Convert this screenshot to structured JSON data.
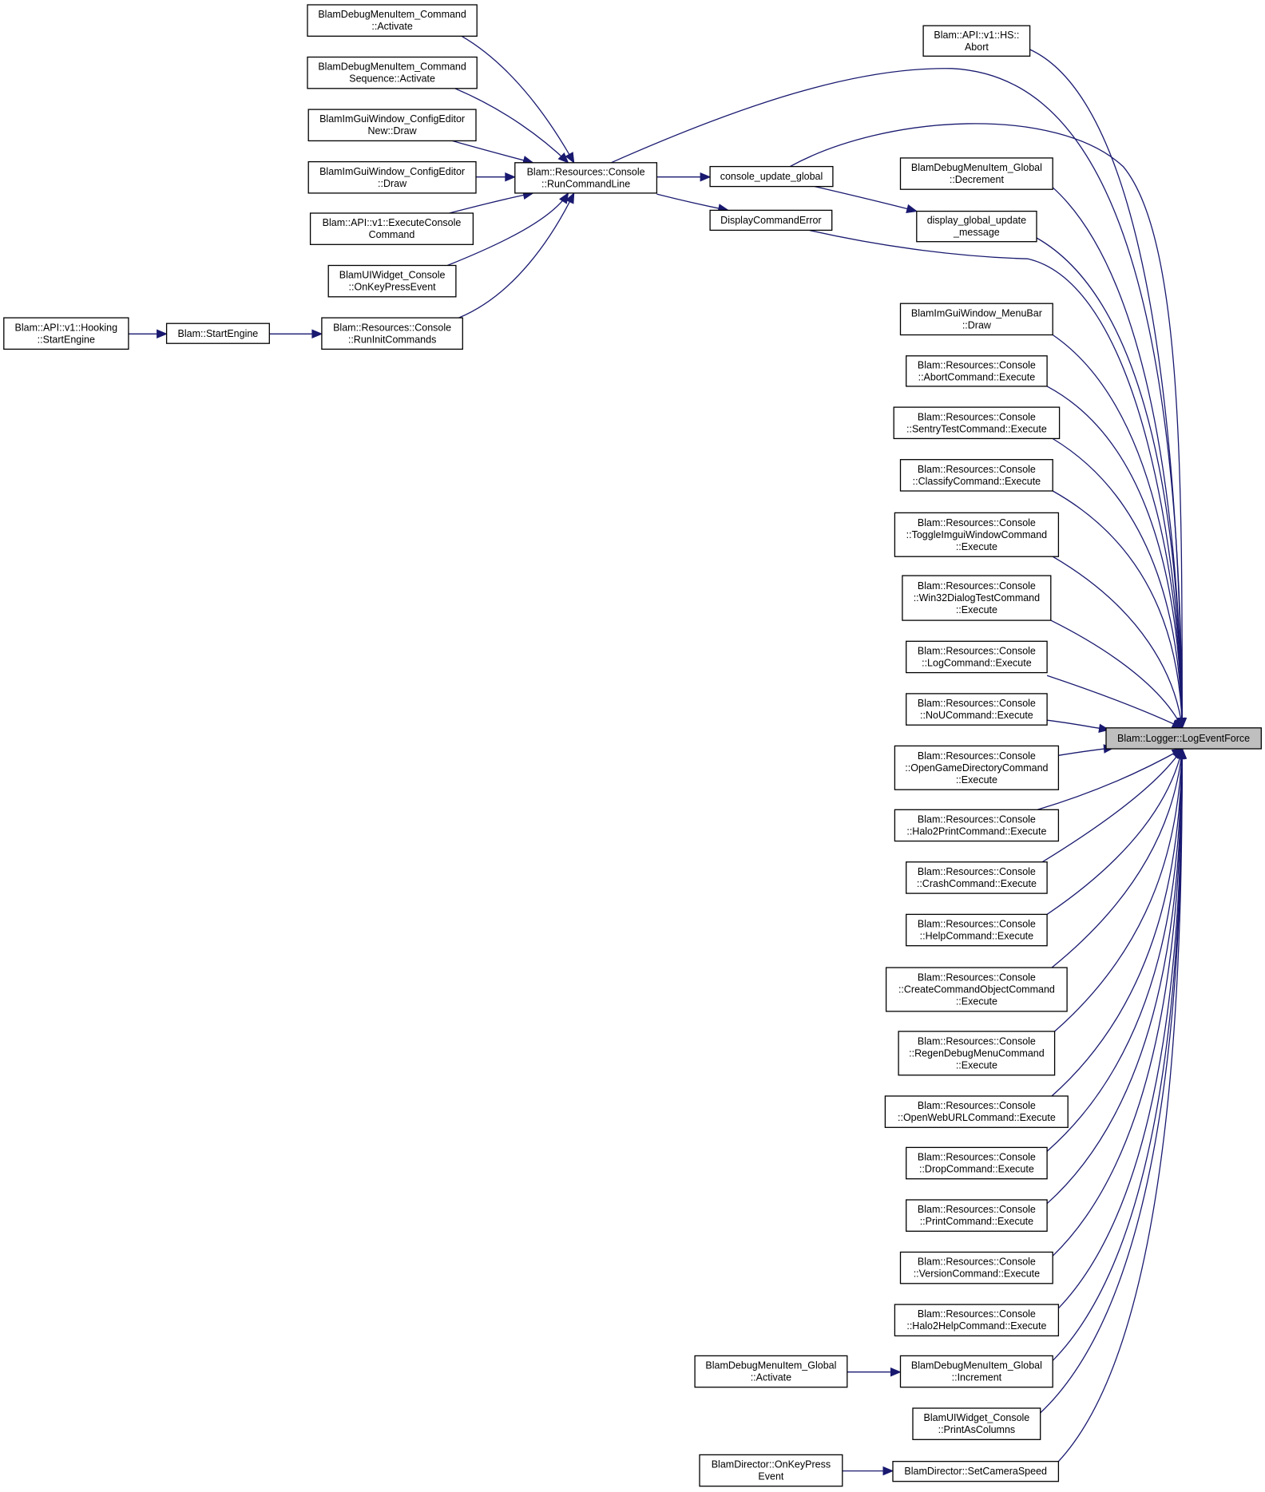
{
  "diagram": {
    "type": "doxygen-caller-graph",
    "focus_node": "logeventforce",
    "nodes": [
      {
        "id": "logeventforce",
        "lines": [
          "Blam::Logger::LogEventForce"
        ]
      },
      {
        "id": "hs_abort",
        "lines": [
          "Blam::API::v1::HS::",
          "Abort"
        ]
      },
      {
        "id": "runcommandline",
        "lines": [
          "Blam::Resources::Console",
          "::RunCommandLine"
        ]
      },
      {
        "id": "console_update_global",
        "lines": [
          "console_update_global"
        ]
      },
      {
        "id": "display_global_update",
        "lines": [
          "display_global_update",
          "_message"
        ]
      },
      {
        "id": "displaycommanderror",
        "lines": [
          "DisplayCommandError"
        ]
      },
      {
        "id": "menuitem_global_decrement",
        "lines": [
          "BlamDebugMenuItem_Global",
          "::Decrement"
        ]
      },
      {
        "id": "menubar_draw",
        "lines": [
          "BlamImGuiWindow_MenuBar",
          "::Draw"
        ]
      },
      {
        "id": "abortcommand",
        "lines": [
          "Blam::Resources::Console",
          "::AbortCommand::Execute"
        ]
      },
      {
        "id": "sentrytestcommand",
        "lines": [
          "Blam::Resources::Console",
          "::SentryTestCommand::Execute"
        ]
      },
      {
        "id": "classifycommand",
        "lines": [
          "Blam::Resources::Console",
          "::ClassifyCommand::Execute"
        ]
      },
      {
        "id": "toggleimguiwindowcommand",
        "lines": [
          "Blam::Resources::Console",
          "::ToggleImguiWindowCommand",
          "::Execute"
        ]
      },
      {
        "id": "win32dialogtestcommand",
        "lines": [
          "Blam::Resources::Console",
          "::Win32DialogTestCommand",
          "::Execute"
        ]
      },
      {
        "id": "logcommand",
        "lines": [
          "Blam::Resources::Console",
          "::LogCommand::Execute"
        ]
      },
      {
        "id": "noucommand",
        "lines": [
          "Blam::Resources::Console",
          "::NoUCommand::Execute"
        ]
      },
      {
        "id": "opengamedirectorycommand",
        "lines": [
          "Blam::Resources::Console",
          "::OpenGameDirectoryCommand",
          "::Execute"
        ]
      },
      {
        "id": "halo2printcommand",
        "lines": [
          "Blam::Resources::Console",
          "::Halo2PrintCommand::Execute"
        ]
      },
      {
        "id": "crashcommand",
        "lines": [
          "Blam::Resources::Console",
          "::CrashCommand::Execute"
        ]
      },
      {
        "id": "helpcommand",
        "lines": [
          "Blam::Resources::Console",
          "::HelpCommand::Execute"
        ]
      },
      {
        "id": "createcommandobjectcommand",
        "lines": [
          "Blam::Resources::Console",
          "::CreateCommandObjectCommand",
          "::Execute"
        ]
      },
      {
        "id": "regendebugmenucommand",
        "lines": [
          "Blam::Resources::Console",
          "::RegenDebugMenuCommand",
          "::Execute"
        ]
      },
      {
        "id": "openweburlcommand",
        "lines": [
          "Blam::Resources::Console",
          "::OpenWebURLCommand::Execute"
        ]
      },
      {
        "id": "dropcommand",
        "lines": [
          "Blam::Resources::Console",
          "::DropCommand::Execute"
        ]
      },
      {
        "id": "printcommand",
        "lines": [
          "Blam::Resources::Console",
          "::PrintCommand::Execute"
        ]
      },
      {
        "id": "versioncommand",
        "lines": [
          "Blam::Resources::Console",
          "::VersionCommand::Execute"
        ]
      },
      {
        "id": "halo2helpcommand",
        "lines": [
          "Blam::Resources::Console",
          "::Halo2HelpCommand::Execute"
        ]
      },
      {
        "id": "menuitem_global_increment",
        "lines": [
          "BlamDebugMenuItem_Global",
          "::Increment"
        ]
      },
      {
        "id": "menuitem_global_activate",
        "lines": [
          "BlamDebugMenuItem_Global",
          "::Activate"
        ]
      },
      {
        "id": "printascolumns",
        "lines": [
          "BlamUIWidget_Console",
          "::PrintAsColumns"
        ]
      },
      {
        "id": "setcameraspeed",
        "lines": [
          "BlamDirector::SetCameraSpeed"
        ]
      },
      {
        "id": "director_onkeypress",
        "lines": [
          "BlamDirector::OnKeyPress",
          "Event"
        ]
      },
      {
        "id": "menuitem_command_activate",
        "lines": [
          "BlamDebugMenuItem_Command",
          "::Activate"
        ]
      },
      {
        "id": "menuitem_commandsequence_activate",
        "lines": [
          "BlamDebugMenuItem_Command",
          "Sequence::Activate"
        ]
      },
      {
        "id": "configeditornew_draw",
        "lines": [
          "BlamImGuiWindow_ConfigEditor",
          "New::Draw"
        ]
      },
      {
        "id": "configeditor_draw",
        "lines": [
          "BlamImGuiWindow_ConfigEditor",
          "::Draw"
        ]
      },
      {
        "id": "executeconsolecommand",
        "lines": [
          "Blam::API::v1::ExecuteConsole",
          "Command"
        ]
      },
      {
        "id": "uiwidget_console_onkeypress",
        "lines": [
          "BlamUIWidget_Console",
          "::OnKeyPressEvent"
        ]
      },
      {
        "id": "runinitcommands",
        "lines": [
          "Blam::Resources::Console",
          "::RunInitCommands"
        ]
      },
      {
        "id": "startengine",
        "lines": [
          "Blam::StartEngine"
        ]
      },
      {
        "id": "hooking_startengine",
        "lines": [
          "Blam::API::v1::Hooking",
          "::StartEngine"
        ]
      }
    ],
    "edges": [
      {
        "from": "hs_abort",
        "to": "logeventforce"
      },
      {
        "from": "runcommandline",
        "to": "logeventforce"
      },
      {
        "from": "console_update_global",
        "to": "logeventforce"
      },
      {
        "from": "menuitem_global_decrement",
        "to": "logeventforce"
      },
      {
        "from": "display_global_update",
        "to": "logeventforce"
      },
      {
        "from": "displaycommanderror",
        "to": "logeventforce"
      },
      {
        "from": "menubar_draw",
        "to": "logeventforce"
      },
      {
        "from": "abortcommand",
        "to": "logeventforce"
      },
      {
        "from": "sentrytestcommand",
        "to": "logeventforce"
      },
      {
        "from": "classifycommand",
        "to": "logeventforce"
      },
      {
        "from": "toggleimguiwindowcommand",
        "to": "logeventforce"
      },
      {
        "from": "win32dialogtestcommand",
        "to": "logeventforce"
      },
      {
        "from": "logcommand",
        "to": "logeventforce"
      },
      {
        "from": "noucommand",
        "to": "logeventforce"
      },
      {
        "from": "opengamedirectorycommand",
        "to": "logeventforce"
      },
      {
        "from": "halo2printcommand",
        "to": "logeventforce"
      },
      {
        "from": "crashcommand",
        "to": "logeventforce"
      },
      {
        "from": "helpcommand",
        "to": "logeventforce"
      },
      {
        "from": "createcommandobjectcommand",
        "to": "logeventforce"
      },
      {
        "from": "regendebugmenucommand",
        "to": "logeventforce"
      },
      {
        "from": "openweburlcommand",
        "to": "logeventforce"
      },
      {
        "from": "dropcommand",
        "to": "logeventforce"
      },
      {
        "from": "printcommand",
        "to": "logeventforce"
      },
      {
        "from": "versioncommand",
        "to": "logeventforce"
      },
      {
        "from": "halo2helpcommand",
        "to": "logeventforce"
      },
      {
        "from": "menuitem_global_increment",
        "to": "logeventforce"
      },
      {
        "from": "printascolumns",
        "to": "logeventforce"
      },
      {
        "from": "setcameraspeed",
        "to": "logeventforce"
      },
      {
        "from": "runcommandline",
        "to": "console_update_global"
      },
      {
        "from": "runcommandline",
        "to": "displaycommanderror"
      },
      {
        "from": "console_update_global",
        "to": "display_global_update"
      },
      {
        "from": "menuitem_command_activate",
        "to": "runcommandline"
      },
      {
        "from": "menuitem_commandsequence_activate",
        "to": "runcommandline"
      },
      {
        "from": "configeditornew_draw",
        "to": "runcommandline"
      },
      {
        "from": "configeditor_draw",
        "to": "runcommandline"
      },
      {
        "from": "executeconsolecommand",
        "to": "runcommandline"
      },
      {
        "from": "uiwidget_console_onkeypress",
        "to": "runcommandline"
      },
      {
        "from": "runinitcommands",
        "to": "runcommandline"
      },
      {
        "from": "startengine",
        "to": "runinitcommands"
      },
      {
        "from": "hooking_startengine",
        "to": "startengine"
      },
      {
        "from": "menuitem_global_activate",
        "to": "menuitem_global_increment"
      },
      {
        "from": "director_onkeypress",
        "to": "setcameraspeed"
      }
    ]
  }
}
